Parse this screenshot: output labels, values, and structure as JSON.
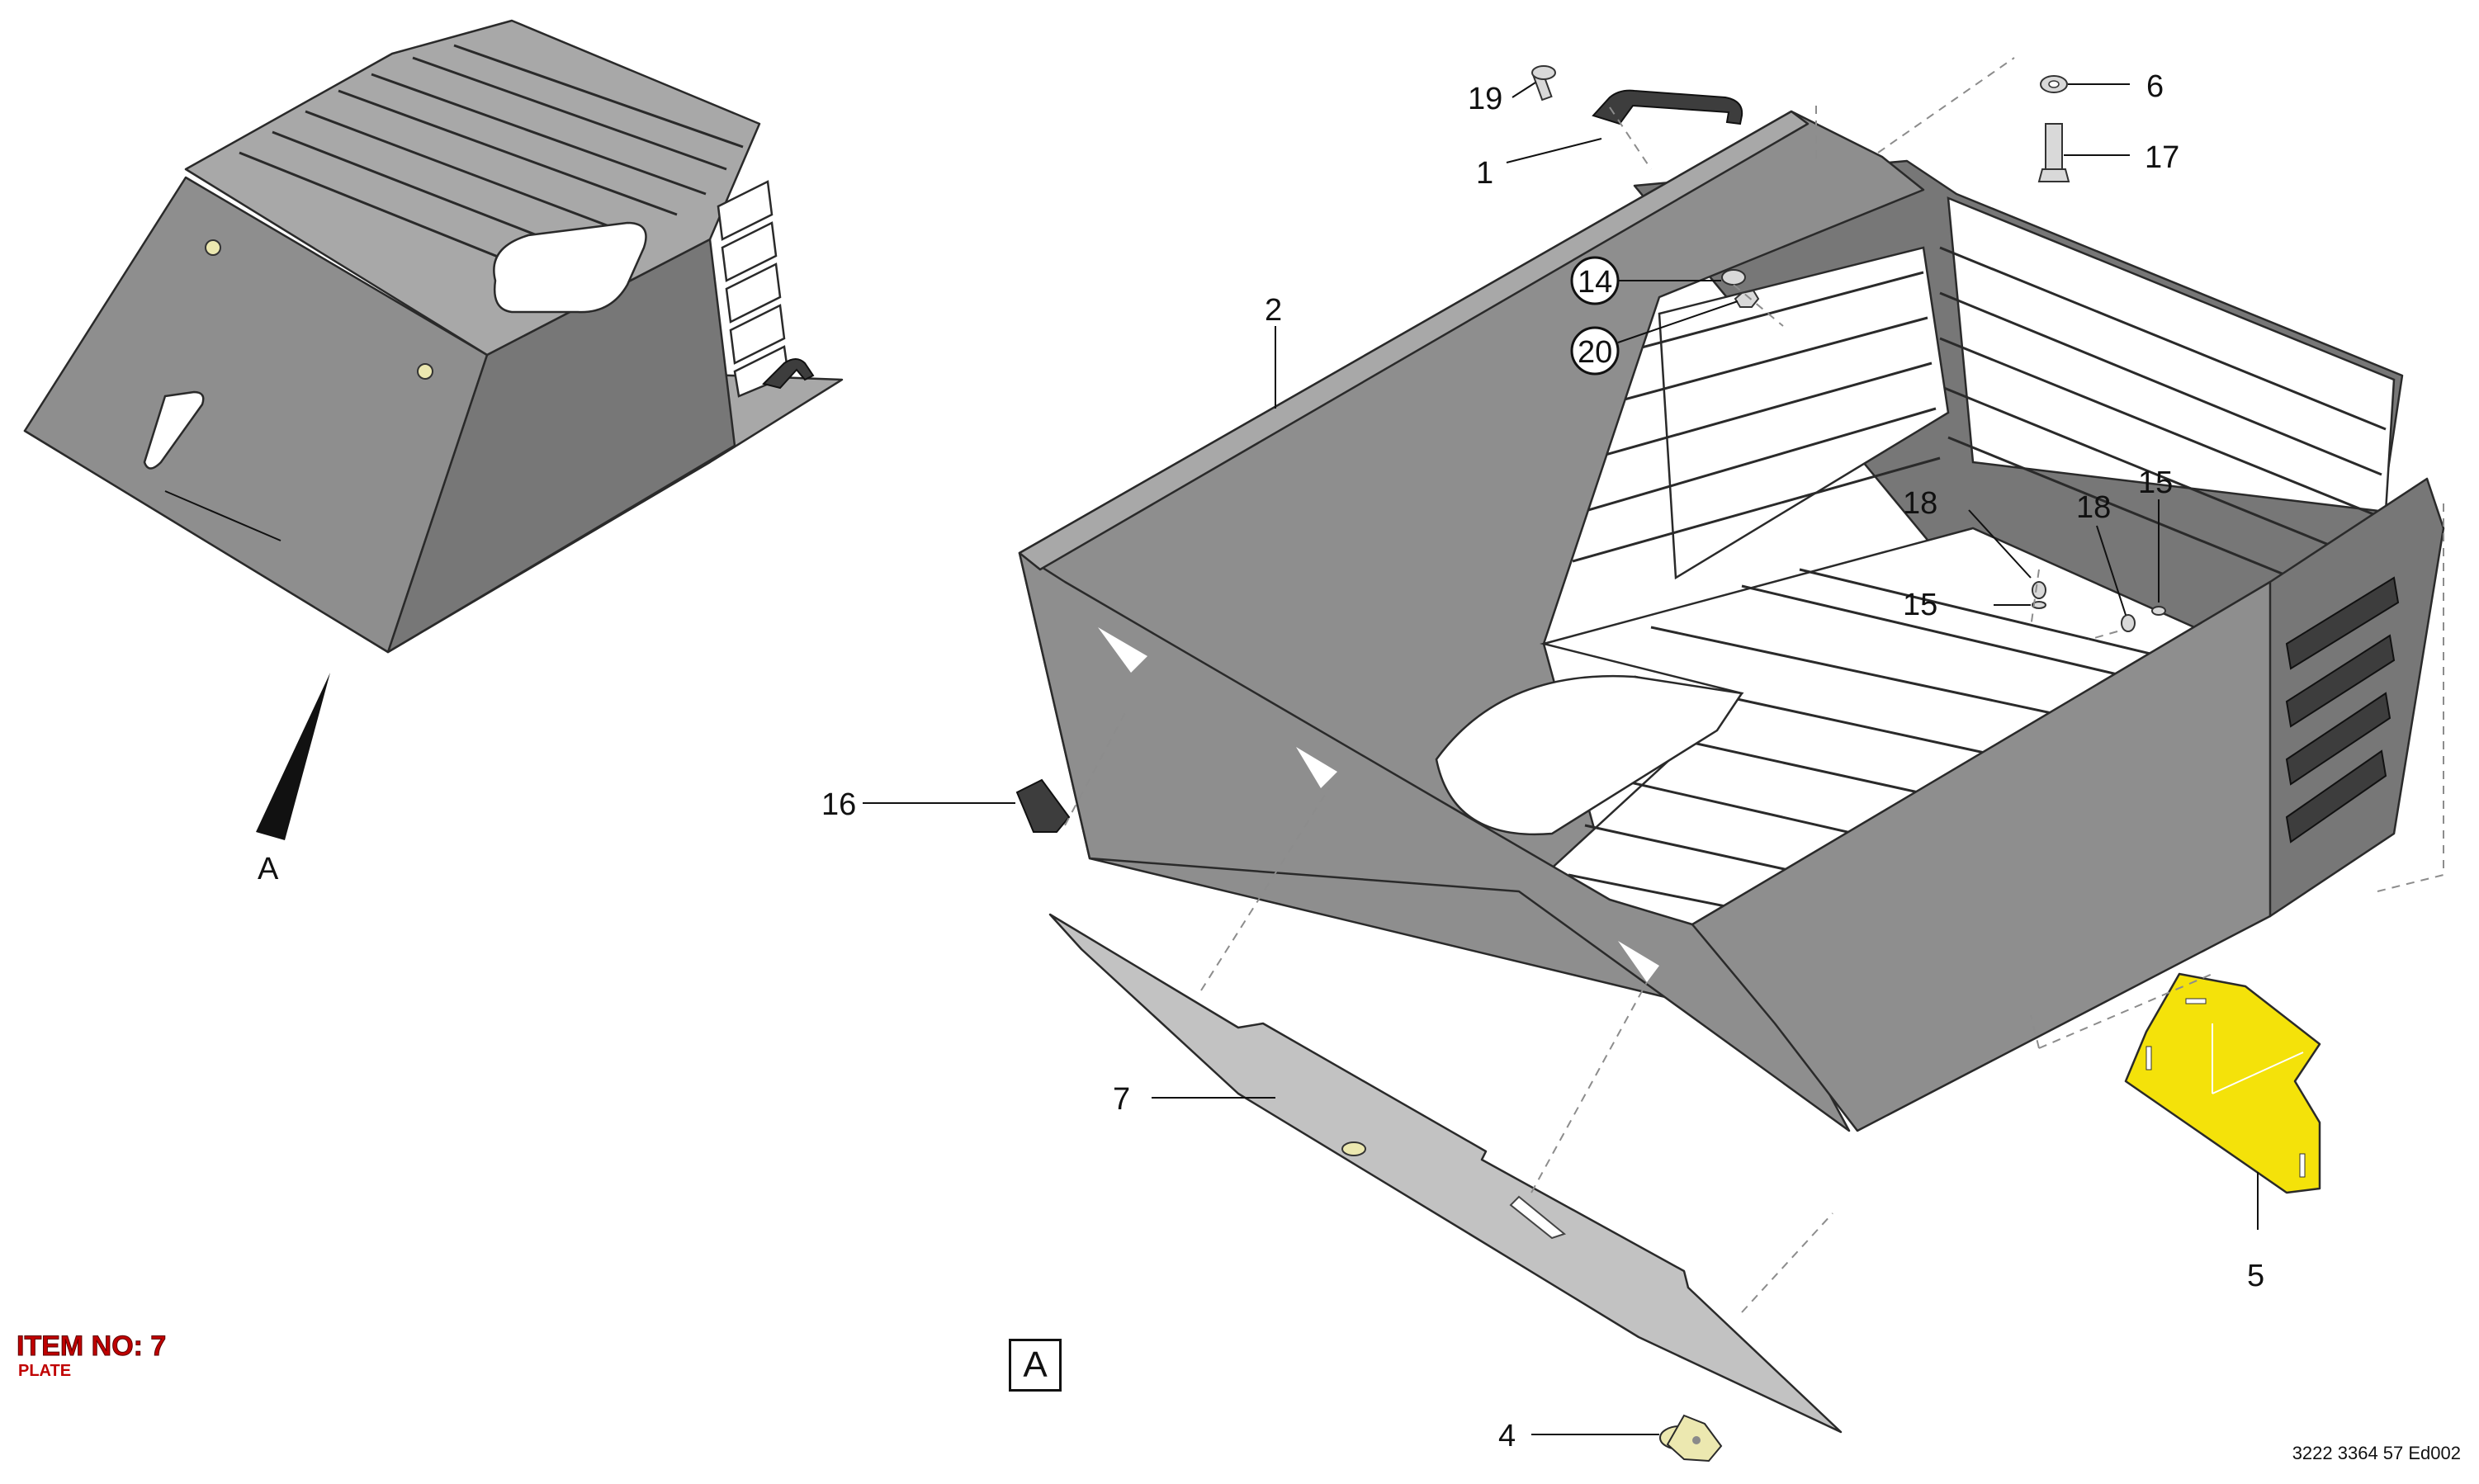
{
  "item_label": {
    "title": "ITEM NO: 7",
    "subtitle": "PLATE"
  },
  "view": {
    "arrow_label": "A",
    "box_label": "A"
  },
  "document_number": "3222 3364 57 Ed002",
  "callouts": [
    {
      "id": "1",
      "label": "1"
    },
    {
      "id": "2",
      "label": "2"
    },
    {
      "id": "4",
      "label": "4"
    },
    {
      "id": "5",
      "label": "5"
    },
    {
      "id": "6",
      "label": "6"
    },
    {
      "id": "7",
      "label": "7"
    },
    {
      "id": "14",
      "label": "14"
    },
    {
      "id": "15a",
      "label": "15"
    },
    {
      "id": "15b",
      "label": "15"
    },
    {
      "id": "16",
      "label": "16"
    },
    {
      "id": "17",
      "label": "17"
    },
    {
      "id": "18a",
      "label": "18"
    },
    {
      "id": "18b",
      "label": "18"
    },
    {
      "id": "19",
      "label": "19"
    },
    {
      "id": "20",
      "label": "20"
    }
  ],
  "colors": {
    "item_label": "#c00000",
    "highlight_part": "#f4e20a",
    "housing": "#8e8e8e"
  }
}
